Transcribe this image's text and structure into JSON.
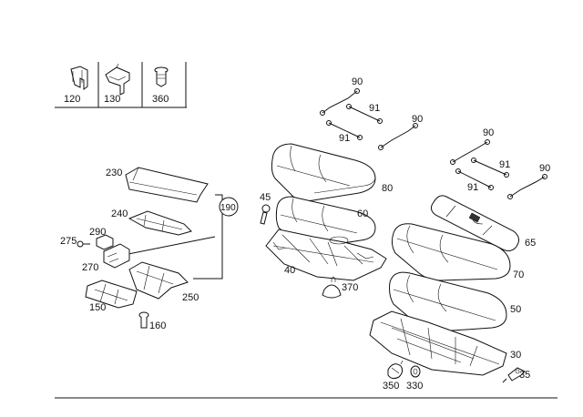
{
  "legend_box": {
    "labels": [
      "120",
      "130",
      "360"
    ]
  },
  "callouts": {
    "c90a": "90",
    "c91a": "91",
    "c90b": "90",
    "c91b": "91",
    "c80": "80",
    "c60": "60",
    "c40": "40",
    "c45": "45",
    "c370": "370",
    "c90c": "90",
    "c91c": "91",
    "c90d": "90",
    "c91d": "91",
    "c65": "65",
    "c70": "70",
    "c50": "50",
    "c30": "30",
    "c35": "35",
    "c350": "350",
    "c330": "330",
    "c230": "230",
    "c240": "240",
    "c190": "190",
    "c290": "290",
    "c275": "275",
    "c270": "270",
    "c250": "250",
    "c150": "150",
    "c160": "160"
  }
}
